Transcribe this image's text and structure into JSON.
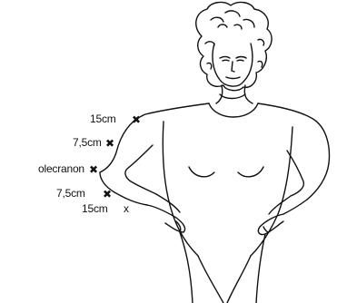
{
  "markers": [
    {
      "label": "15cm",
      "symbol": "✖"
    },
    {
      "label": "7,5cm",
      "symbol": "✖"
    },
    {
      "label": "olecranon",
      "symbol": "✖"
    },
    {
      "label": "7,5cm",
      "symbol": "✖"
    },
    {
      "label": "15cm",
      "symbol": "x"
    }
  ],
  "colors": {
    "ink": "#111111",
    "background": "#ffffff"
  }
}
